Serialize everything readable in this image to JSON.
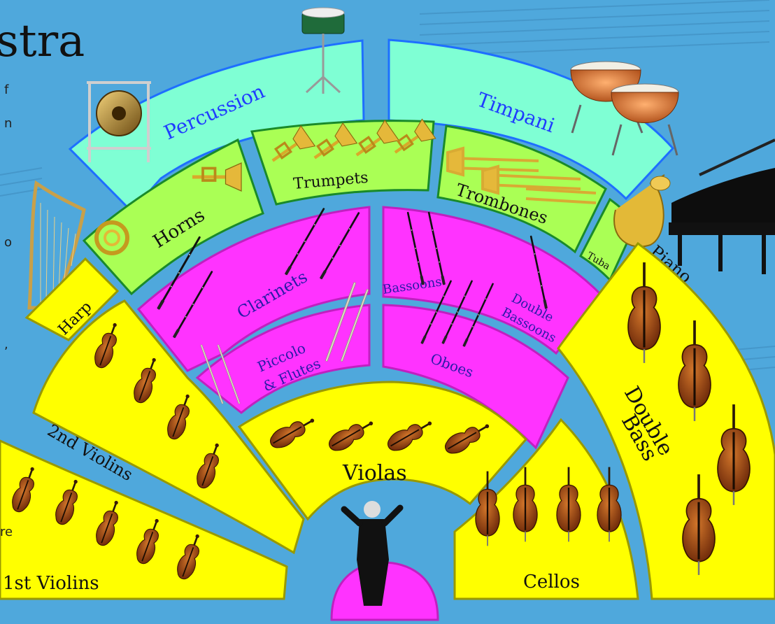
{
  "title_fragment": "stra",
  "side_text_fragments": [
    "f",
    "n",
    "o",
    ",",
    "re"
  ],
  "colors": {
    "background": "#4fa8dc",
    "percussion_fill": "#7fffd4",
    "percussion_stroke": "#1e6fff",
    "brass_fill": "#aaff55",
    "brass_stroke": "#1a8a2a",
    "woodwind_fill": "#ff33ff",
    "woodwind_stroke": "#c020c0",
    "string_fill": "#ffff00",
    "string_stroke": "#999900",
    "podium_fill": "#ff33ff",
    "label_blue": "#1f3cff",
    "label_black": "#111111",
    "label_purple": "#2a1aa8"
  },
  "sections": {
    "percussion": "Percussion",
    "timpani": "Timpani",
    "horns": "Horns",
    "trumpets": "Trumpets",
    "trombones": "Trombones",
    "tuba": "Tuba",
    "clarinets": "Clarinets",
    "bassoons": "Bassoons",
    "double_bassoons_1": "Double",
    "double_bassoons_2": "Bassoons",
    "piccolo_1": "Piccolo",
    "piccolo_2": "& Flutes",
    "oboes": "Oboes",
    "harp": "Harp",
    "second_violins": "2nd Violins",
    "violas": "Violas",
    "cellos": "Cellos",
    "double_bass_1": "Double",
    "double_bass_2": "Bass",
    "first_violins": "1st Violins",
    "piano": "Piano"
  },
  "icons": [
    "snare-drum-icon",
    "gong-icon",
    "timpani-icon",
    "harp-icon",
    "piano-icon",
    "conductor-icon",
    "violin-icon",
    "cello-icon",
    "double-bass-icon",
    "trumpet-icon",
    "trombone-icon",
    "horn-icon",
    "tuba-icon",
    "clarinet-icon",
    "bassoon-icon",
    "oboe-icon",
    "flute-icon"
  ]
}
